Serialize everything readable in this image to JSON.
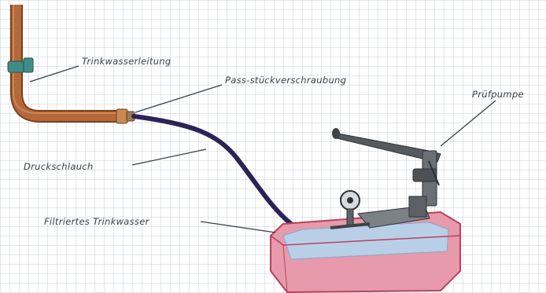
{
  "labels": {
    "water_line": "Trinkwasserleitung",
    "fitting": "Pass-stückverschraubung",
    "test_pump": "Prüfpumpe",
    "pressure_hose": "Druckschlauch",
    "filtered_water": "Filtriertes Trinkwasser"
  },
  "colors": {
    "grid_line": "#b9c0cc",
    "copper_pipe": "#b5683a",
    "hose": "#2c2357",
    "tub_fill": "#e79aab",
    "tub_edge": "#b6435d",
    "water": "#b9cfe8",
    "pump_metal": "#555a5f",
    "label_text": "#3a3f47"
  }
}
